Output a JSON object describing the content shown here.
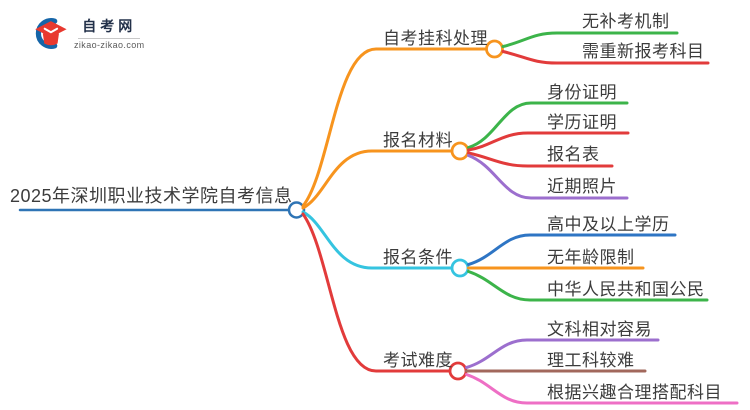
{
  "logo": {
    "title": "自考网",
    "domain": "zikao-zikao.com"
  },
  "colors": {
    "root_blue": "#2E74B5",
    "orange": "#F7941E",
    "green": "#3CB44A",
    "red": "#E23B3B",
    "cyan": "#35C4E0",
    "blue": "#2E75C4",
    "purple": "#9C6FCE",
    "brown": "#A2685C",
    "pink": "#EE6FC5",
    "text": "#3C3C3C"
  },
  "mindmap": {
    "root": {
      "label": "2025年深圳职业技术学院自考信息",
      "color": "#2E74B5"
    },
    "branches": [
      {
        "label": "自考挂科处理",
        "color": "#F7941E",
        "children": [
          {
            "label": "无补考机制",
            "color": "#3CB44A"
          },
          {
            "label": "需重新报考科目",
            "color": "#E23B3B"
          }
        ]
      },
      {
        "label": "报名材料",
        "color": "#F7941E",
        "children": [
          {
            "label": "身份证明",
            "color": "#3CB44A"
          },
          {
            "label": "学历证明",
            "color": "#E23B3B"
          },
          {
            "label": "报名表",
            "color": "#E23B3B"
          },
          {
            "label": "近期照片",
            "color": "#9C6FCE"
          }
        ]
      },
      {
        "label": "报名条件",
        "color": "#35C4E0",
        "children": [
          {
            "label": "高中及以上学历",
            "color": "#2E75C4"
          },
          {
            "label": "无年龄限制",
            "color": "#F7941E"
          },
          {
            "label": "中华人民共和国公民",
            "color": "#3CB44A"
          }
        ]
      },
      {
        "label": "考试难度",
        "color": "#E23B3B",
        "children": [
          {
            "label": "文科相对容易",
            "color": "#9C6FCE"
          },
          {
            "label": "理工科较难",
            "color": "#A2685C"
          },
          {
            "label": "根据兴趣合理搭配科目",
            "color": "#EE6FC5"
          }
        ]
      }
    ]
  }
}
